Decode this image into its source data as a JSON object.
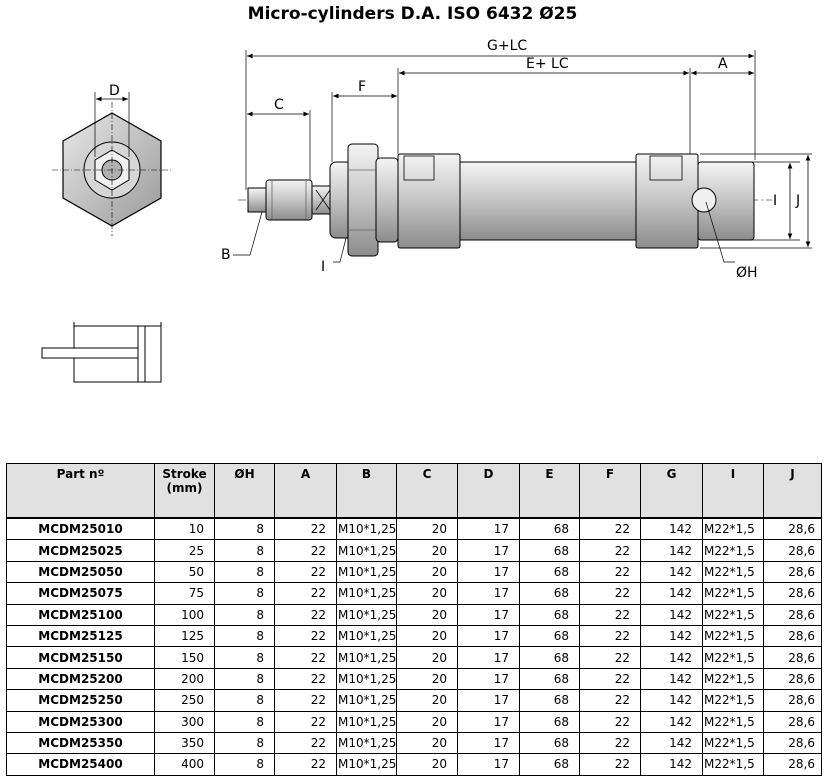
{
  "title": "Micro-cylinders D.A. ISO 6432 Ø25",
  "drawing": {
    "labels": {
      "D": "D",
      "C": "C",
      "F": "F",
      "G": "G+LC",
      "E": "E+ LC",
      "A": "A",
      "B": "B",
      "I_bottom": "I",
      "I_right": "I",
      "J": "J",
      "H": "ØH"
    }
  },
  "table": {
    "headers": [
      "Part nº",
      "Stroke\n(mm)",
      "ØH",
      "A",
      "B",
      "C",
      "D",
      "E",
      "F",
      "G",
      "I",
      "J"
    ],
    "rows": [
      [
        "MCDM25010",
        "10",
        "8",
        "22",
        "M10*1,25",
        "20",
        "17",
        "68",
        "22",
        "142",
        "M22*1,5",
        "28,6"
      ],
      [
        "MCDM25025",
        "25",
        "8",
        "22",
        "M10*1,25",
        "20",
        "17",
        "68",
        "22",
        "142",
        "M22*1,5",
        "28,6"
      ],
      [
        "MCDM25050",
        "50",
        "8",
        "22",
        "M10*1,25",
        "20",
        "17",
        "68",
        "22",
        "142",
        "M22*1,5",
        "28,6"
      ],
      [
        "MCDM25075",
        "75",
        "8",
        "22",
        "M10*1,25",
        "20",
        "17",
        "68",
        "22",
        "142",
        "M22*1,5",
        "28,6"
      ],
      [
        "MCDM25100",
        "100",
        "8",
        "22",
        "M10*1,25",
        "20",
        "17",
        "68",
        "22",
        "142",
        "M22*1,5",
        "28,6"
      ],
      [
        "MCDM25125",
        "125",
        "8",
        "22",
        "M10*1,25",
        "20",
        "17",
        "68",
        "22",
        "142",
        "M22*1,5",
        "28,6"
      ],
      [
        "MCDM25150",
        "150",
        "8",
        "22",
        "M10*1,25",
        "20",
        "17",
        "68",
        "22",
        "142",
        "M22*1,5",
        "28,6"
      ],
      [
        "MCDM25200",
        "200",
        "8",
        "22",
        "M10*1,25",
        "20",
        "17",
        "68",
        "22",
        "142",
        "M22*1,5",
        "28,6"
      ],
      [
        "MCDM25250",
        "250",
        "8",
        "22",
        "M10*1,25",
        "20",
        "17",
        "68",
        "22",
        "142",
        "M22*1,5",
        "28,6"
      ],
      [
        "MCDM25300",
        "300",
        "8",
        "22",
        "M10*1,25",
        "20",
        "17",
        "68",
        "22",
        "142",
        "M22*1,5",
        "28,6"
      ],
      [
        "MCDM25350",
        "350",
        "8",
        "22",
        "M10*1,25",
        "20",
        "17",
        "68",
        "22",
        "142",
        "M22*1,5",
        "28,6"
      ],
      [
        "MCDM25400",
        "400",
        "8",
        "22",
        "M10*1,25",
        "20",
        "17",
        "68",
        "22",
        "142",
        "M22*1,5",
        "28,6"
      ]
    ]
  }
}
